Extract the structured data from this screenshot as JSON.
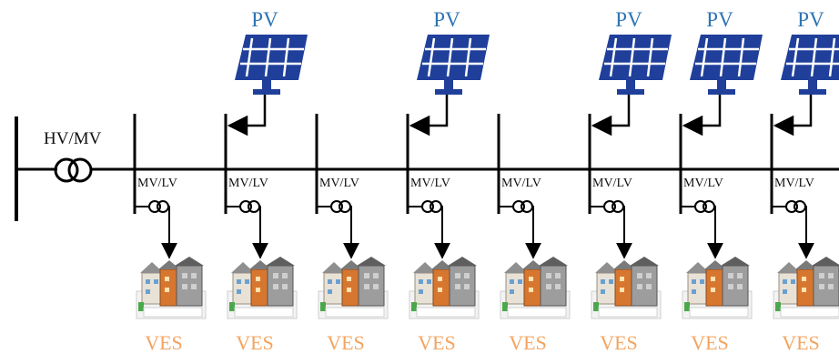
{
  "transformer_label": "HV/MV",
  "pv_label": "PV",
  "mvlv_label": "MV/LV",
  "ves_label": "VES",
  "colors": {
    "pv_text": "#2e74b5",
    "ves_text": "#f4a460",
    "panel_fill": "#1f3f9a",
    "lines": "#000000"
  },
  "icons": [
    "solar-panel-icon",
    "transformer-icon",
    "building-icon"
  ]
}
